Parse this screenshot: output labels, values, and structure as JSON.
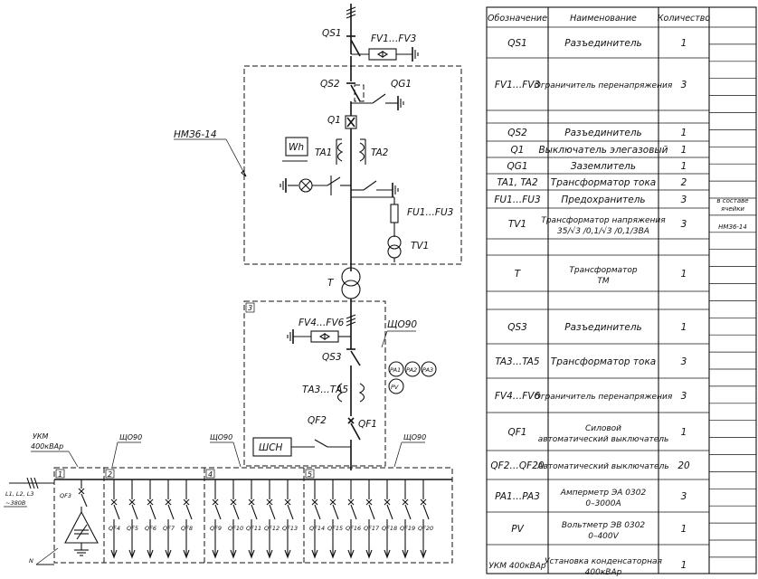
{
  "colors": {
    "ink": "#111111",
    "background": "#ffffff"
  },
  "schema": {
    "top_labels": {
      "qs1": "QS1",
      "fv1": "FV1…FV3",
      "qs2": "QS2",
      "qg1": "QG1",
      "q1": "Q1",
      "wh": "Wh",
      "ta1": "TA1",
      "ta2": "TA2",
      "fu": "FU1…FU3",
      "tv1": "TV1",
      "t": "T",
      "cell_name": "НМЗ6-14"
    },
    "lower_labels": {
      "box_num": "3",
      "fv4": "FV4…FV6",
      "shch_top": "ЩО90",
      "qs3": "QS3",
      "ta3": "ТА3…ТА5",
      "qf2": "QF2",
      "qf1": "QF1",
      "shsn": "ШСН",
      "pa1": "PA1",
      "pa2": "PA2",
      "pa3": "PA3",
      "pv": "PV"
    },
    "bus": {
      "ukm": "УКМ",
      "ukm_power": "400кВАр",
      "shch1": "ЩО90",
      "shch2": "ЩО90",
      "shch3": "ЩО90",
      "supply": "L1, L2, L3",
      "voltage": "~380В",
      "neutral": "N",
      "qf3": "QF3",
      "sections": [
        "1",
        "2",
        "4",
        "5"
      ],
      "feeders": [
        "QF4",
        "QF5",
        "QF6",
        "QF7",
        "QF8",
        "QF9",
        "QF10",
        "QF11",
        "QF12",
        "QF13",
        "QF14",
        "QF15",
        "QF16",
        "QF17",
        "QF18",
        "QF19",
        "QF20"
      ]
    }
  },
  "table": {
    "headers": [
      "Обозначение",
      "Наименование",
      "Количество",
      ""
    ],
    "rows": [
      {
        "d": "QS1",
        "n": "Разъединитель",
        "q": "1",
        "x": ""
      },
      {
        "d": "FV1…FV3",
        "n": "Ограничитель перенапряжения",
        "q": "3",
        "x": ""
      },
      {
        "d": "",
        "n": "",
        "q": "",
        "x": ""
      },
      {
        "d": "QS2",
        "n": "Разъединитель",
        "q": "1",
        "x": ""
      },
      {
        "d": "Q1",
        "n": "Выключатель элегазовый",
        "q": "1",
        "x": ""
      },
      {
        "d": "QG1",
        "n": "Заземлитель",
        "q": "1",
        "x": ""
      },
      {
        "d": "TA1, TA2",
        "n": "Трансформатор тока",
        "q": "2",
        "x": ""
      },
      {
        "d": "FU1…FU3",
        "n": "Предохранитель",
        "q": "3",
        "x": "в составе"
      },
      {
        "d": "TV1",
        "n": "Трансформатор напряжения",
        "n2": "35/√3 /0,1/√3 /0,1/3ВА",
        "q": "3",
        "x": "ячейки",
        "x2": "НМЗ6-14"
      },
      {
        "d": "",
        "n": "",
        "q": "",
        "x": ""
      },
      {
        "d": "T",
        "n": "Трансформатор",
        "n2": "ТМ",
        "q": "1",
        "x": ""
      },
      {
        "d": "",
        "n": "",
        "q": "",
        "x": ""
      },
      {
        "d": "QS3",
        "n": "Разъединитель",
        "q": "1",
        "x": ""
      },
      {
        "d": "TA3…TA5",
        "n": "Трансформатор тока",
        "q": "3",
        "x": ""
      },
      {
        "d": "FV4…FV6",
        "n": "Ограничитель перенапряжения",
        "q": "3",
        "x": ""
      },
      {
        "d": "QF1",
        "n": "Силовой",
        "n2": "автоматический выключатель",
        "q": "1",
        "x": ""
      },
      {
        "d": "QF2…QF20",
        "n": "Автоматический выключатель",
        "q": "20",
        "x": ""
      },
      {
        "d": "PA1…PA3",
        "n": "Амперметр ЭА 0302",
        "n2": "0–3000А",
        "q": "3",
        "x": ""
      },
      {
        "d": "PV",
        "n": "Вольтметр ЭВ 0302",
        "n2": "0–400V",
        "q": "1",
        "x": ""
      },
      {
        "d": "УКМ 400кВАр",
        "n": "Установка конденсаторная",
        "n2": "400кВАр",
        "q": "1",
        "x": ""
      }
    ]
  }
}
